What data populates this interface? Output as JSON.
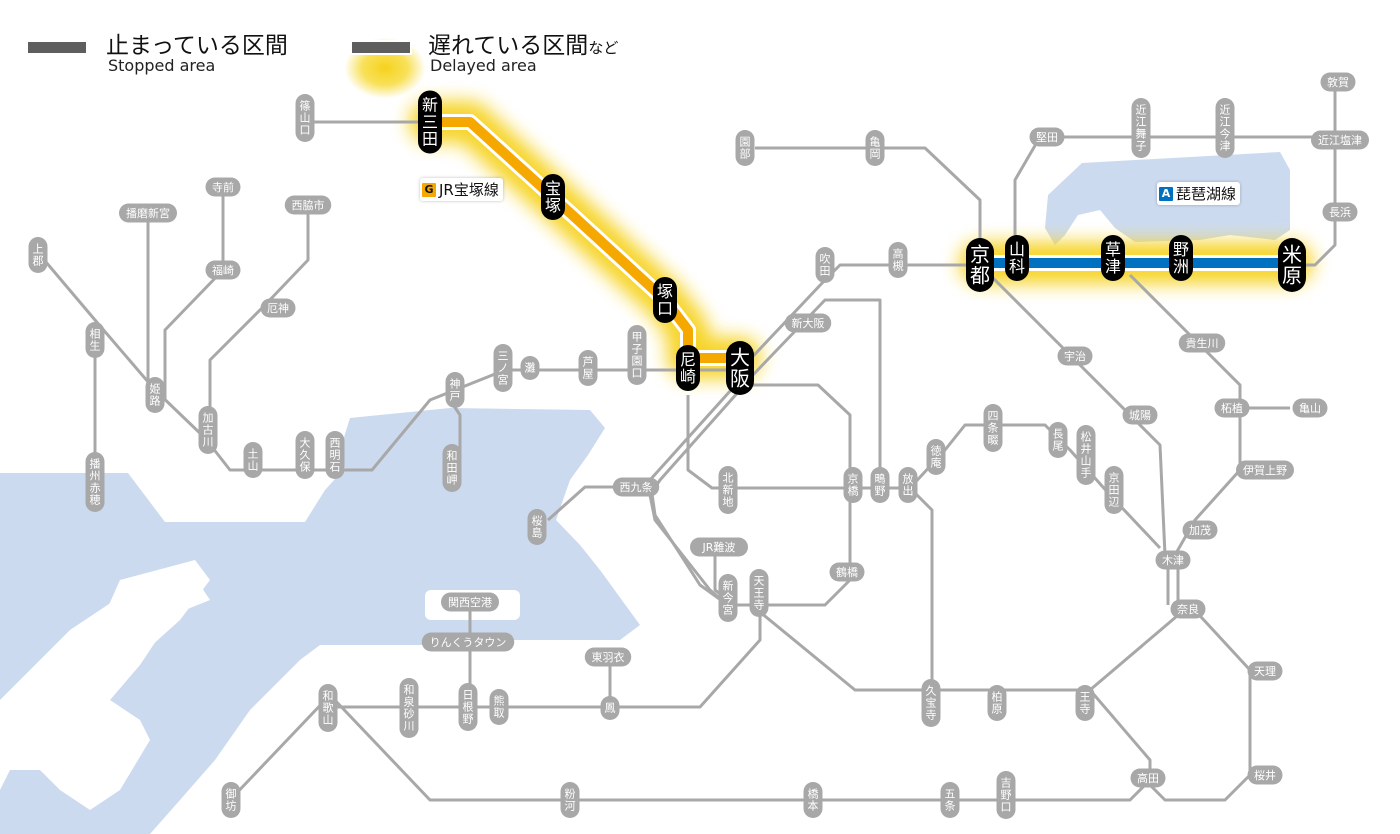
{
  "legend": {
    "stopped": {
      "ja": "止まっている区間",
      "en": "Stopped area"
    },
    "delayed": {
      "ja": "遅れている区間",
      "ja_suffix": "など",
      "en": "Delayed area"
    }
  },
  "colors": {
    "stopped": "#5e5e5e",
    "delay_glow": "#f6d21c",
    "water": "#ccdaf0",
    "inactive_line": "#a8a8a8",
    "inactive_station": "#a8a8a8",
    "affected_station": "#000000",
    "takarazuka_line": "#f5a800",
    "biwako_line": "#0070c0"
  },
  "line_labels": [
    {
      "id": "takarazuka",
      "symbol": "G",
      "name": "JR宝塚線",
      "color": "#f5a800",
      "symbol_text_color": "#111111",
      "status": "delayed"
    },
    {
      "id": "biwako",
      "symbol": "A",
      "name": "琵琶湖線",
      "color": "#0070c0",
      "symbol_text_color": "#ffffff",
      "status": "delayed"
    }
  ],
  "stations": [
    {
      "id": "shin-sanda",
      "name": "新三田",
      "affected": true
    },
    {
      "id": "takarazuka",
      "name": "宝塚",
      "affected": true
    },
    {
      "id": "tsukaguchi",
      "name": "塚口",
      "affected": true
    },
    {
      "id": "amagasaki",
      "name": "尼崎",
      "affected": true
    },
    {
      "id": "osaka",
      "name": "大阪",
      "affected": true
    },
    {
      "id": "kyoto",
      "name": "京都",
      "affected": true
    },
    {
      "id": "yamashina",
      "name": "山科",
      "affected": true
    },
    {
      "id": "kusatsu",
      "name": "草津",
      "affected": true
    },
    {
      "id": "yasu",
      "name": "野洲",
      "affected": true
    },
    {
      "id": "maibara",
      "name": "米原",
      "affected": true
    },
    {
      "id": "sasayamaguchi",
      "name": "篠山口",
      "affected": false
    },
    {
      "id": "nishiwakishi",
      "name": "西脇市",
      "affected": false
    },
    {
      "id": "teramae",
      "name": "寺前",
      "affected": false
    },
    {
      "id": "harima-shingu",
      "name": "播磨新宮",
      "affected": false
    },
    {
      "id": "kamigori",
      "name": "上郡",
      "affected": false
    },
    {
      "id": "fukusaki",
      "name": "福崎",
      "affected": false
    },
    {
      "id": "yakujin",
      "name": "厄神",
      "affected": false
    },
    {
      "id": "aioi",
      "name": "相生",
      "affected": false
    },
    {
      "id": "himeji",
      "name": "姫路",
      "affected": false
    },
    {
      "id": "kakogawa",
      "name": "加古川",
      "affected": false
    },
    {
      "id": "doyama",
      "name": "土山",
      "affected": false
    },
    {
      "id": "okubo",
      "name": "大久保",
      "affected": false
    },
    {
      "id": "nishi-akashi",
      "name": "西明石",
      "affected": false
    },
    {
      "id": "banshu-ako",
      "name": "播州赤穂",
      "affected": false
    },
    {
      "id": "kobe",
      "name": "神戸",
      "affected": false
    },
    {
      "id": "wadamisaki",
      "name": "和田岬",
      "affected": false
    },
    {
      "id": "sannomiya",
      "name": "三ノ宮",
      "affected": false
    },
    {
      "id": "nada",
      "name": "灘",
      "affected": false
    },
    {
      "id": "ashiya",
      "name": "芦屋",
      "affected": false
    },
    {
      "id": "koshienguchi",
      "name": "甲子園口",
      "affected": false
    },
    {
      "id": "sonobe",
      "name": "園部",
      "affected": false
    },
    {
      "id": "kameoka",
      "name": "亀岡",
      "affected": false
    },
    {
      "id": "suita",
      "name": "吹田",
      "affected": false
    },
    {
      "id": "takatsuki",
      "name": "高槻",
      "affected": false
    },
    {
      "id": "shin-osaka",
      "name": "新大阪",
      "affected": false
    },
    {
      "id": "katata",
      "name": "堅田",
      "affected": false
    },
    {
      "id": "omi-maiko",
      "name": "近江舞子",
      "affected": false
    },
    {
      "id": "omi-imazu",
      "name": "近江今津",
      "affected": false
    },
    {
      "id": "tsuruga",
      "name": "敦賀",
      "affected": false
    },
    {
      "id": "omi-shiotsu",
      "name": "近江塩津",
      "affected": false
    },
    {
      "id": "nagahama",
      "name": "長浜",
      "affected": false
    },
    {
      "id": "uji",
      "name": "宇治",
      "affected": false
    },
    {
      "id": "kibukawa",
      "name": "貴生川",
      "affected": false
    },
    {
      "id": "joyo",
      "name": "城陽",
      "affected": false
    },
    {
      "id": "tsuge",
      "name": "柘植",
      "affected": false
    },
    {
      "id": "kameyama",
      "name": "亀山",
      "affected": false
    },
    {
      "id": "iga-ueno",
      "name": "伊賀上野",
      "affected": false
    },
    {
      "id": "shijonawate",
      "name": "四条畷",
      "affected": false
    },
    {
      "id": "nagao",
      "name": "長尾",
      "affected": false
    },
    {
      "id": "matsuiyamate",
      "name": "松井山手",
      "affected": false
    },
    {
      "id": "kyotanabe",
      "name": "京田辺",
      "affected": false
    },
    {
      "id": "tokuan",
      "name": "徳庵",
      "affected": false
    },
    {
      "id": "kyobashi",
      "name": "京橋",
      "affected": false
    },
    {
      "id": "shigino",
      "name": "鴫野",
      "affected": false
    },
    {
      "id": "hanaten",
      "name": "放出",
      "affected": false
    },
    {
      "id": "kitashinchi",
      "name": "北新地",
      "affected": false
    },
    {
      "id": "nishikujo",
      "name": "西九条",
      "affected": false
    },
    {
      "id": "sakurajima",
      "name": "桜島",
      "affected": false
    },
    {
      "id": "jr-namba",
      "name": "JR難波",
      "affected": false
    },
    {
      "id": "shin-imamiya",
      "name": "新今宮",
      "affected": false
    },
    {
      "id": "tennoji",
      "name": "天王寺",
      "affected": false
    },
    {
      "id": "tsuruhashi",
      "name": "鶴橋",
      "affected": false
    },
    {
      "id": "kamo",
      "name": "加茂",
      "affected": false
    },
    {
      "id": "kizu",
      "name": "木津",
      "affected": false
    },
    {
      "id": "nara",
      "name": "奈良",
      "affected": false
    },
    {
      "id": "tenri",
      "name": "天理",
      "affected": false
    },
    {
      "id": "kansai-airport",
      "name": "関西空港",
      "affected": false
    },
    {
      "id": "rinku-town",
      "name": "りんくうタウン",
      "affected": false
    },
    {
      "id": "higashi-hagoromo",
      "name": "東羽衣",
      "affected": false
    },
    {
      "id": "wakayama",
      "name": "和歌山",
      "affected": false
    },
    {
      "id": "izumi-sunagawa",
      "name": "和泉砂川",
      "affected": false
    },
    {
      "id": "hineno",
      "name": "日根野",
      "affected": false
    },
    {
      "id": "kumatori",
      "name": "熊取",
      "affected": false
    },
    {
      "id": "otori",
      "name": "鳳",
      "affected": false
    },
    {
      "id": "kyuhoji",
      "name": "久宝寺",
      "affected": false
    },
    {
      "id": "kashiwara",
      "name": "柏原",
      "affected": false
    },
    {
      "id": "oji",
      "name": "王寺",
      "affected": false
    },
    {
      "id": "gobo",
      "name": "御坊",
      "affected": false
    },
    {
      "id": "kokawa",
      "name": "粉河",
      "affected": false
    },
    {
      "id": "hashimoto",
      "name": "橋本",
      "affected": false
    },
    {
      "id": "gojo",
      "name": "五条",
      "affected": false
    },
    {
      "id": "yoshinoguchi",
      "name": "吉野口",
      "affected": false
    },
    {
      "id": "takada",
      "name": "高田",
      "affected": false
    },
    {
      "id": "sakurai",
      "name": "桜井",
      "affected": false
    }
  ]
}
